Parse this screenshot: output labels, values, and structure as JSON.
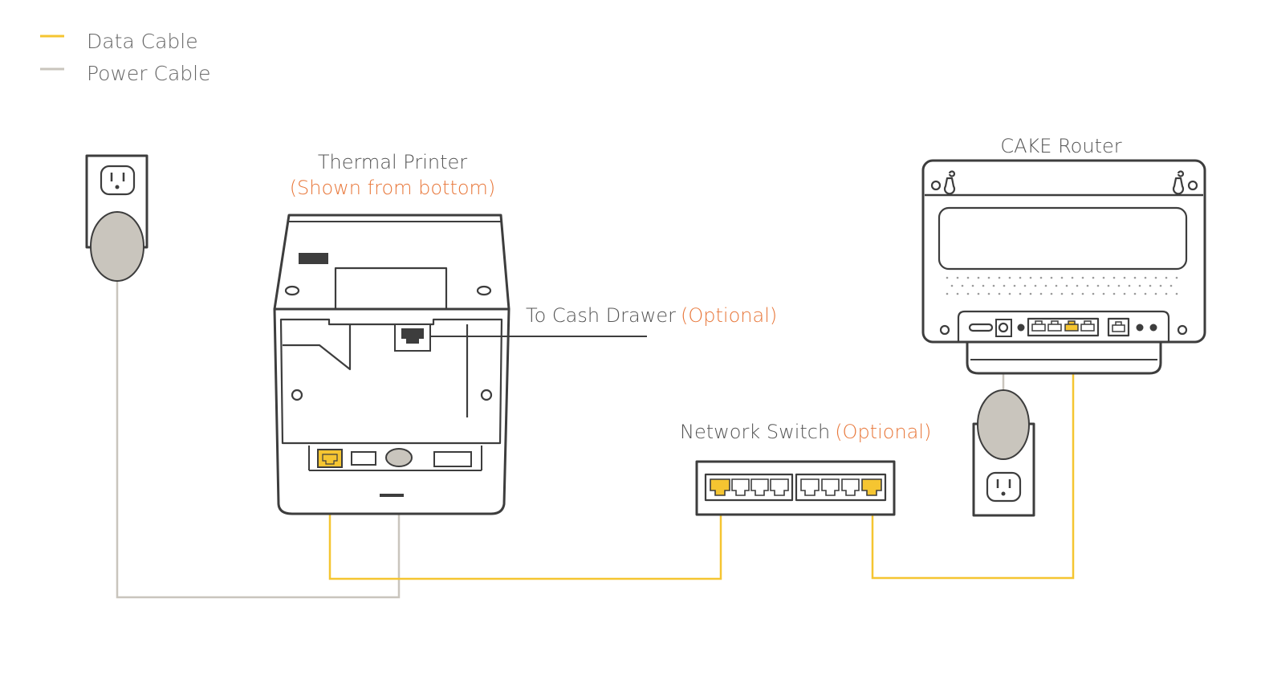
{
  "legend": {
    "data_label": "Data Cable",
    "power_label": "Power Cable"
  },
  "labels": {
    "printer_title": "Thermal Printer",
    "printer_note": "(Shown from bottom)",
    "cash_drawer": "To Cash Drawer",
    "cash_drawer_opt": "(Optional)",
    "router_title": "CAKE Router",
    "switch_title": "Network Switch",
    "switch_opt": "(Optional)"
  },
  "colors": {
    "data_cable": "#f5c531",
    "power_cable": "#c9c5bd",
    "accent_text": "#e8773a",
    "text": "#555555",
    "outline": "#3d3d3d"
  },
  "icons": [
    "wall-outlet-icon",
    "plug-icon",
    "ethernet-port-icon",
    "power-jack-icon"
  ]
}
